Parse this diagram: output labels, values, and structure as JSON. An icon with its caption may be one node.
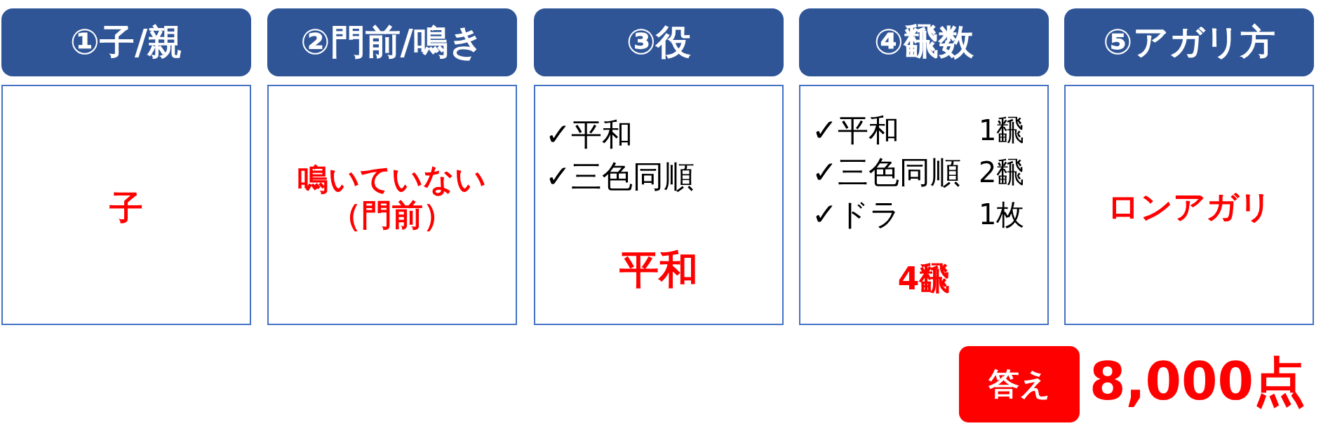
{
  "diagram": {
    "nodes": [
      {
        "text": [
          "①子/親"
        ]
      },
      {
        "text": [
          "②門前/鳴き"
        ]
      },
      {
        "text": [
          "③役"
        ]
      },
      {
        "text": [
          "④飜数"
        ]
      },
      {
        "text": [
          "⑤アガリ方"
        ]
      },
      {
        "text": [
          "子"
        ]
      },
      {
        "text": [
          "鳴いていない（門前）"
        ]
      },
      {
        "text": [
          "✓平和",
          "✓三色同順",
          "平和"
        ]
      },
      {
        "text": [
          "✓平和",
          "1飜",
          "✓三色同順",
          "2飜",
          "✓ドラ",
          "1枚",
          "4飜"
        ]
      },
      {
        "text": [
          "ロンアガリ"
        ]
      },
      {
        "text": [
          "答え"
        ],
        "beside": [
          "8,000点"
        ]
      }
    ]
  }
}
